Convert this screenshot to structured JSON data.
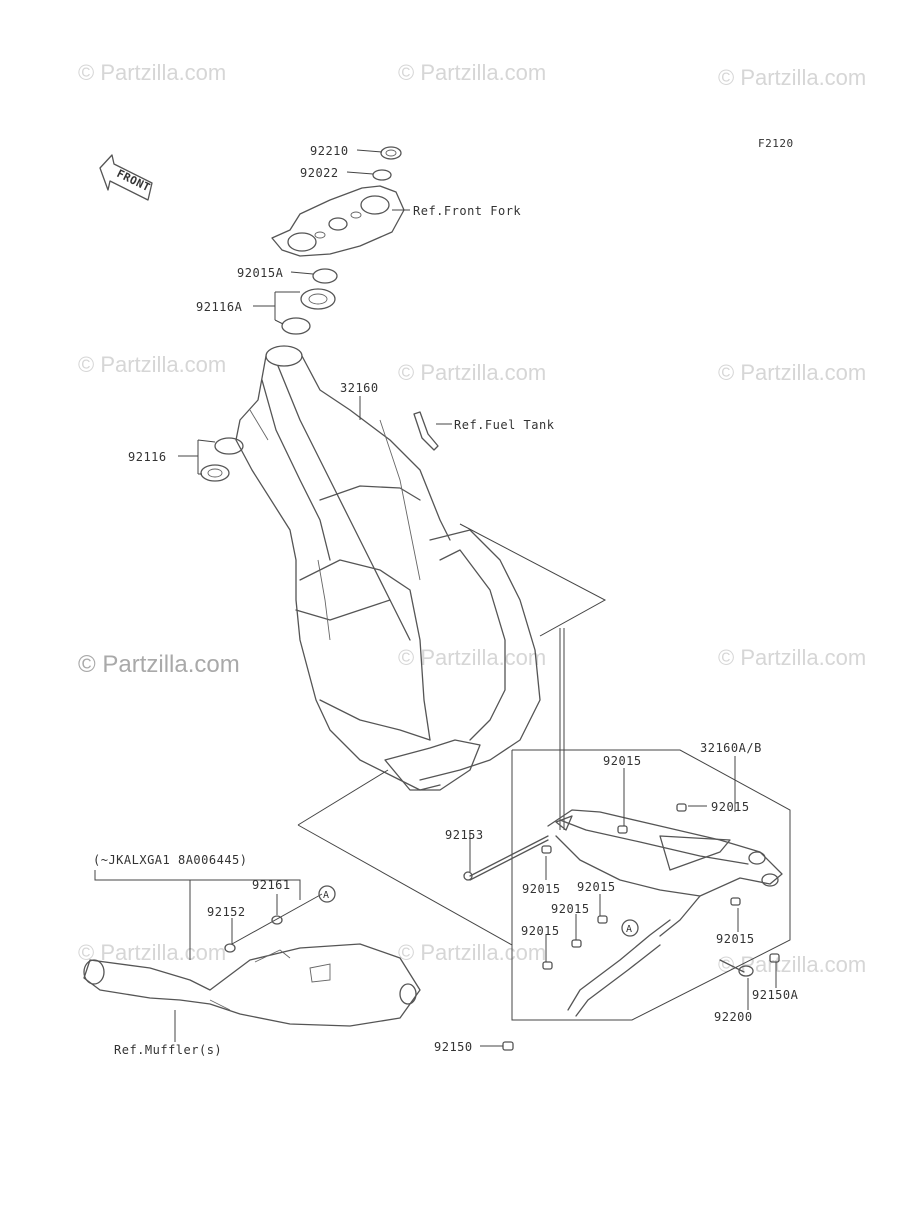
{
  "diagram_code": "F2120",
  "front_marker": "FRONT",
  "watermark": "© Partzilla.com",
  "callout_letter": "A",
  "references": {
    "front_fork": "Ref.Front Fork",
    "fuel_tank": "Ref.Fuel Tank",
    "muffler": "Ref.Muffler(s)"
  },
  "serial_note": "(~JKALXGA1 8A006445)",
  "parts": {
    "p92210": "92210",
    "p92022": "92022",
    "p92015A": "92015A",
    "p92116A": "92116A",
    "p32160": "32160",
    "p92116": "92116",
    "p32160AB": "32160A/B",
    "p92015": "92015",
    "p92153": "92153",
    "p92161": "92161",
    "p92152": "92152",
    "p92150A": "92150A",
    "p92200": "92200",
    "p92150": "92150"
  }
}
